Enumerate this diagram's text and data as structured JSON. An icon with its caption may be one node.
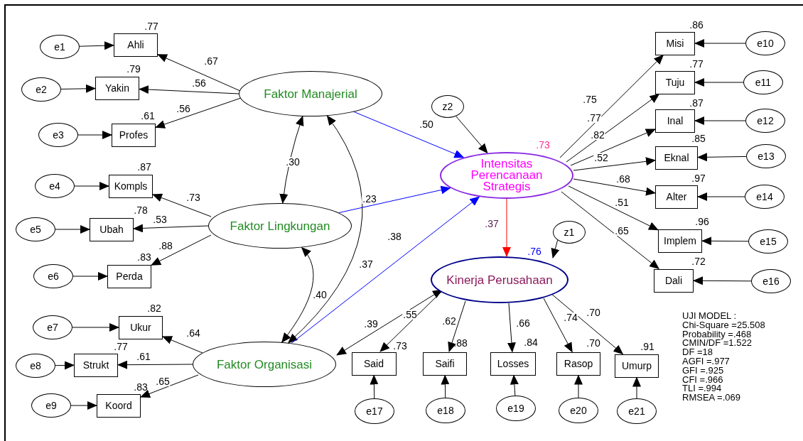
{
  "diagram": {
    "nodes": [
      {
        "text": [
          "e1"
        ]
      },
      {
        "text": [
          "Ahli"
        ],
        "beside": [
          ".77"
        ]
      },
      {
        "text": [
          "e2"
        ]
      },
      {
        "text": [
          "Yakin"
        ],
        "beside": [
          ".79"
        ]
      },
      {
        "text": [
          "e3"
        ]
      },
      {
        "text": [
          "Profes"
        ],
        "beside": [
          ".61"
        ]
      },
      {
        "text": [
          "Faktor Manajerial"
        ]
      },
      {
        "text": [
          "z2"
        ]
      },
      {
        "text": [
          "Intensitas Perencanaan Strategis"
        ],
        "beside": [
          ".73"
        ]
      },
      {
        "text": [
          "Misi"
        ],
        "beside": [
          ".86"
        ]
      },
      {
        "text": [
          "e10"
        ]
      },
      {
        "text": [
          "Tuju"
        ],
        "beside": [
          ".77"
        ]
      },
      {
        "text": [
          "e11"
        ]
      },
      {
        "text": [
          "Inal"
        ],
        "beside": [
          ".87"
        ]
      },
      {
        "text": [
          "e12"
        ]
      },
      {
        "text": [
          "Eknal"
        ],
        "beside": [
          ".85"
        ]
      },
      {
        "text": [
          "e13"
        ]
      },
      {
        "text": [
          "Alter"
        ],
        "beside": [
          ".97"
        ]
      },
      {
        "text": [
          "e14"
        ]
      },
      {
        "text": [
          "e4"
        ]
      },
      {
        "text": [
          "Kompls"
        ],
        "beside": [
          ".87"
        ]
      },
      {
        "text": [
          "e5"
        ]
      },
      {
        "text": [
          "Ubah"
        ],
        "beside": [
          ".78"
        ]
      },
      {
        "text": [
          "e6"
        ]
      },
      {
        "text": [
          "Perda"
        ],
        "beside": [
          ".83"
        ]
      },
      {
        "text": [
          "Faktor Lingkungan"
        ]
      },
      {
        "text": [
          "Implem"
        ],
        "beside": [
          ".96"
        ]
      },
      {
        "text": [
          "e15"
        ]
      },
      {
        "text": [
          "z1"
        ]
      },
      {
        "text": [
          "Dali"
        ],
        "beside": [
          ".72"
        ]
      },
      {
        "text": [
          "e16"
        ]
      },
      {
        "text": [
          "Kinerja Perusahaan"
        ],
        "beside": [
          ".76"
        ]
      },
      {
        "text": [
          "e7"
        ]
      },
      {
        "text": [
          "Ukur"
        ],
        "beside": [
          ".82"
        ]
      },
      {
        "text": [
          "e8"
        ]
      },
      {
        "text": [
          "Strukt"
        ],
        "beside": [
          ".77"
        ]
      },
      {
        "text": [
          "e9"
        ]
      },
      {
        "text": [
          "Koord"
        ],
        "beside": [
          ".83"
        ]
      },
      {
        "text": [
          "Faktor Organisasi"
        ]
      },
      {
        "text": [
          "Said"
        ],
        "beside": [
          ".73"
        ]
      },
      {
        "text": [
          "Saifi"
        ],
        "beside": [
          ".88"
        ]
      },
      {
        "text": [
          "Losses"
        ],
        "beside": [
          ".84"
        ]
      },
      {
        "text": [
          "Rasop"
        ],
        "beside": [
          ".70"
        ]
      },
      {
        "text": [
          "Umurp"
        ],
        "beside": [
          ".91"
        ]
      },
      {
        "text": [
          "e17"
        ]
      },
      {
        "text": [
          "e18"
        ]
      },
      {
        "text": [
          "e19"
        ]
      },
      {
        "text": [
          "e20"
        ]
      },
      {
        "text": [
          "e21"
        ]
      }
    ],
    "edges": [
      {
        "from": 0,
        "to": 1,
        "arrow": "to"
      },
      {
        "from": 2,
        "to": 3,
        "arrow": "to"
      },
      {
        "from": 4,
        "to": 5,
        "arrow": "to"
      },
      {
        "from": 6,
        "to": 1,
        "arrow": "to",
        "label": ".67"
      },
      {
        "from": 6,
        "to": 3,
        "arrow": "to",
        "label": ".56"
      },
      {
        "from": 6,
        "to": 5,
        "arrow": "to",
        "label": ".56"
      },
      {
        "from": 6,
        "to": 25,
        "arrow": "both",
        "label": ".30"
      },
      {
        "from": 6,
        "to": 38,
        "arrow": "both",
        "label": ".37"
      },
      {
        "from": 6,
        "to": 8,
        "arrow": "to",
        "label": ".50",
        "color": "#0000ff"
      },
      {
        "from": 7,
        "to": 8,
        "arrow": "to"
      },
      {
        "from": 8,
        "to": 9,
        "arrow": "to",
        "label": ".75"
      },
      {
        "from": 8,
        "to": 11,
        "arrow": "to",
        "label": ".77"
      },
      {
        "from": 8,
        "to": 13,
        "arrow": "to",
        "label": ".82"
      },
      {
        "from": 8,
        "to": 15,
        "arrow": "to",
        "label": ".52"
      },
      {
        "from": 8,
        "to": 17,
        "arrow": "to",
        "label": ".68"
      },
      {
        "from": 8,
        "to": 26,
        "arrow": "to",
        "label": ".51"
      },
      {
        "from": 8,
        "to": 29,
        "arrow": "to",
        "label": ".65"
      },
      {
        "from": 10,
        "to": 9,
        "arrow": "to"
      },
      {
        "from": 12,
        "to": 11,
        "arrow": "to"
      },
      {
        "from": 14,
        "to": 13,
        "arrow": "to"
      },
      {
        "from": 16,
        "to": 15,
        "arrow": "to"
      },
      {
        "from": 18,
        "to": 17,
        "arrow": "to"
      },
      {
        "from": 27,
        "to": 26,
        "arrow": "to"
      },
      {
        "from": 30,
        "to": 29,
        "arrow": "to"
      },
      {
        "from": 19,
        "to": 20,
        "arrow": "to"
      },
      {
        "from": 21,
        "to": 22,
        "arrow": "to"
      },
      {
        "from": 23,
        "to": 24,
        "arrow": "to"
      },
      {
        "from": 25,
        "to": 20,
        "arrow": "to",
        "label": ".73"
      },
      {
        "from": 25,
        "to": 22,
        "arrow": "to",
        "label": ".53"
      },
      {
        "from": 25,
        "to": 24,
        "arrow": "to",
        "label": ".88"
      },
      {
        "from": 25,
        "to": 8,
        "arrow": "to",
        "label": ".23",
        "color": "#0000ff"
      },
      {
        "from": 25,
        "to": 38,
        "arrow": "both",
        "label": ".40"
      },
      {
        "from": 8,
        "to": 31,
        "arrow": "to",
        "label": ".37",
        "color": "#ff0000"
      },
      {
        "from": 28,
        "to": 31,
        "arrow": "to"
      },
      {
        "from": 32,
        "to": 33,
        "arrow": "to"
      },
      {
        "from": 34,
        "to": 35,
        "arrow": "to"
      },
      {
        "from": 36,
        "to": 37,
        "arrow": "to"
      },
      {
        "from": 38,
        "to": 33,
        "arrow": "to",
        "label": ".64"
      },
      {
        "from": 38,
        "to": 35,
        "arrow": "to",
        "label": ".61"
      },
      {
        "from": 38,
        "to": 37,
        "arrow": "to",
        "label": ".65"
      },
      {
        "from": 38,
        "to": 8,
        "arrow": "to",
        "label": ".38",
        "color": "#0000ff"
      },
      {
        "from": 38,
        "to": 31,
        "arrow": "both",
        "label": ".39"
      },
      {
        "from": 31,
        "to": 39,
        "arrow": "to",
        "label": ".55"
      },
      {
        "from": 31,
        "to": 40,
        "arrow": "to",
        "label": ".62"
      },
      {
        "from": 31,
        "to": 41,
        "arrow": "to",
        "label": ".66"
      },
      {
        "from": 31,
        "to": 42,
        "arrow": "to",
        "label": ".74"
      },
      {
        "from": 31,
        "to": 43,
        "arrow": "to",
        "label": ".70"
      },
      {
        "from": 44,
        "to": 39,
        "arrow": "to"
      },
      {
        "from": 45,
        "to": 40,
        "arrow": "to"
      },
      {
        "from": 46,
        "to": 41,
        "arrow": "to"
      },
      {
        "from": 47,
        "to": 42,
        "arrow": "to"
      },
      {
        "from": 48,
        "to": 43,
        "arrow": "to"
      }
    ],
    "labels": [
      "UJI MODEL :",
      "Chi-Square =25.508",
      "Probability =.468",
      "CMIN/DF =1.522",
      "DF =18",
      "AGFI =.977",
      "GFI =.925",
      "CFI =.966",
      "TLI =.994",
      "RMSEA =.069"
    ]
  }
}
